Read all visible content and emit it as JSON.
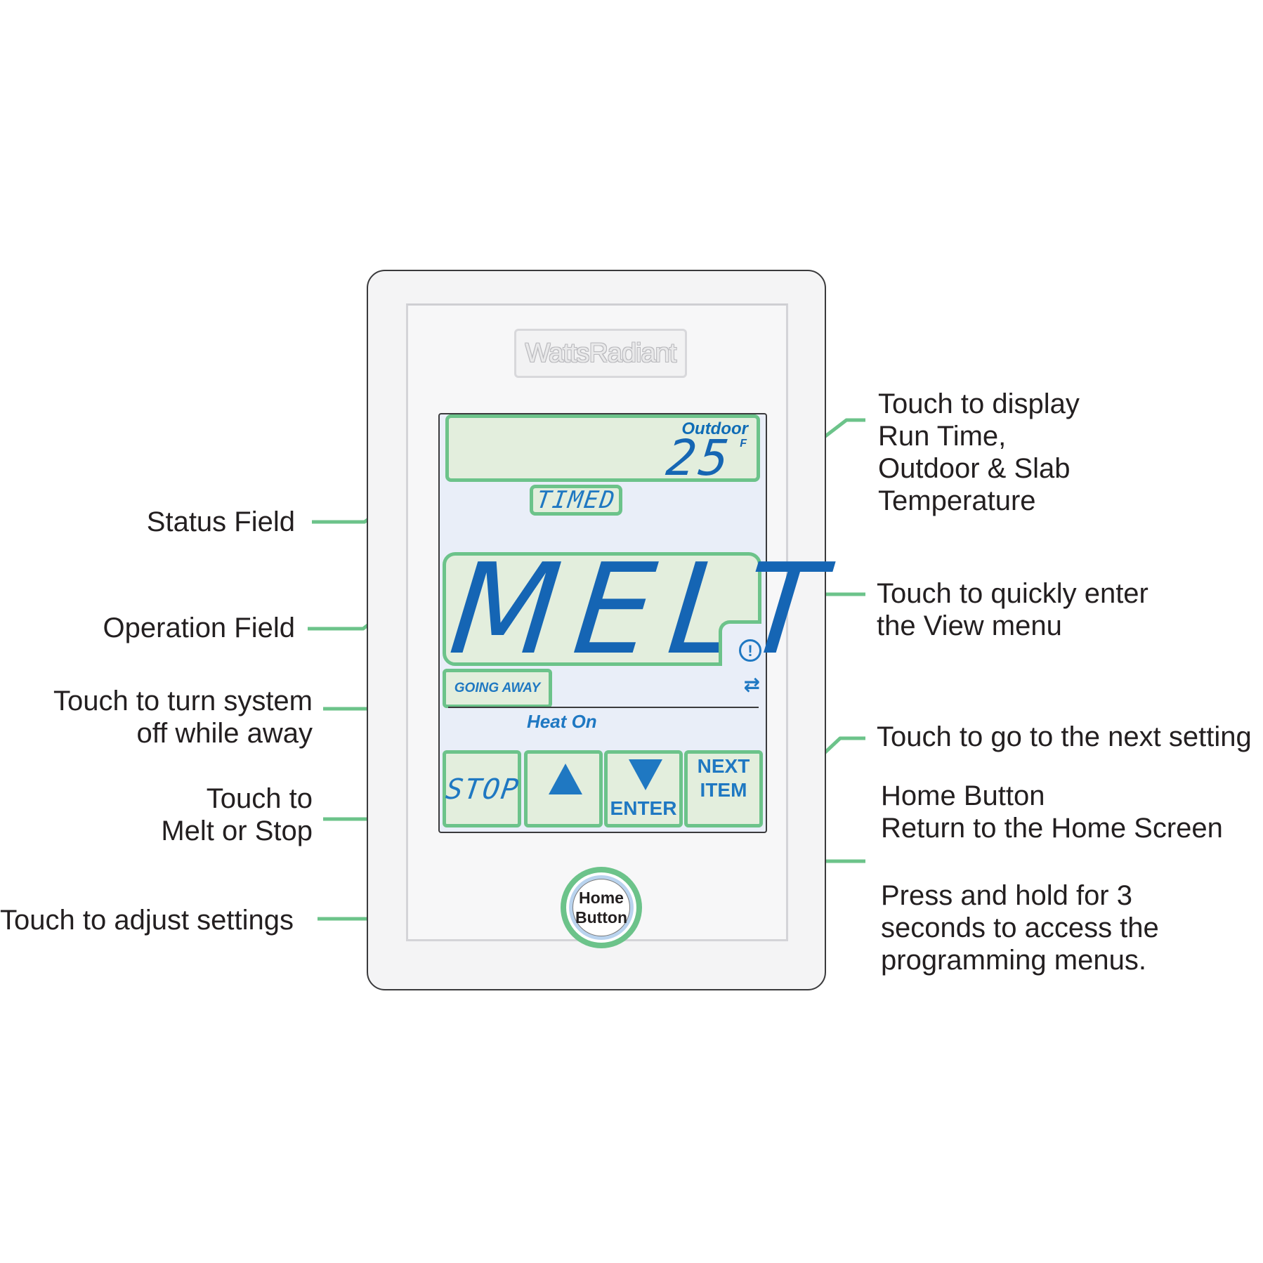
{
  "device": {
    "brand": "WattsRadiant",
    "top_field": {
      "label": "Outdoor",
      "value": "25",
      "unit": "F"
    },
    "status_field": "TIMED",
    "operation_field": "MELT",
    "going_away_label": "GOING AWAY",
    "heat_on_label": "Heat On",
    "alert_icon_glyph": "!",
    "swap_icon_glyph": "⇄",
    "buttons": {
      "stop": "STOP",
      "enter": "ENTER",
      "next_item_line1": "NEXT",
      "next_item_line2": "ITEM"
    },
    "home_button": {
      "line1": "Home",
      "line2": "Button"
    }
  },
  "callouts": {
    "display_toggle": [
      "Touch to display",
      "Run Time,",
      "Outdoor & Slab",
      "Temperature"
    ],
    "status_field": [
      "Status Field"
    ],
    "operation_field": [
      "Operation Field"
    ],
    "view_menu": [
      "Touch to quickly enter",
      "the View menu"
    ],
    "going_away": [
      "Touch to turn system",
      "off while away"
    ],
    "next_setting": [
      "Touch to go to the next setting"
    ],
    "melt_stop": [
      "Touch to",
      "Melt or Stop"
    ],
    "home_button": [
      "Home Button",
      "Return to the Home Screen"
    ],
    "adjust_settings": [
      "Touch to adjust settings"
    ],
    "programming": [
      "Press and hold for 3",
      "seconds to access the",
      "programming menus."
    ]
  },
  "colors": {
    "callout_line": "#6cc38a",
    "lcd_text": "#1f78c2",
    "field_fill": "#e3eedd",
    "screen_bg": "#e9eef8"
  }
}
